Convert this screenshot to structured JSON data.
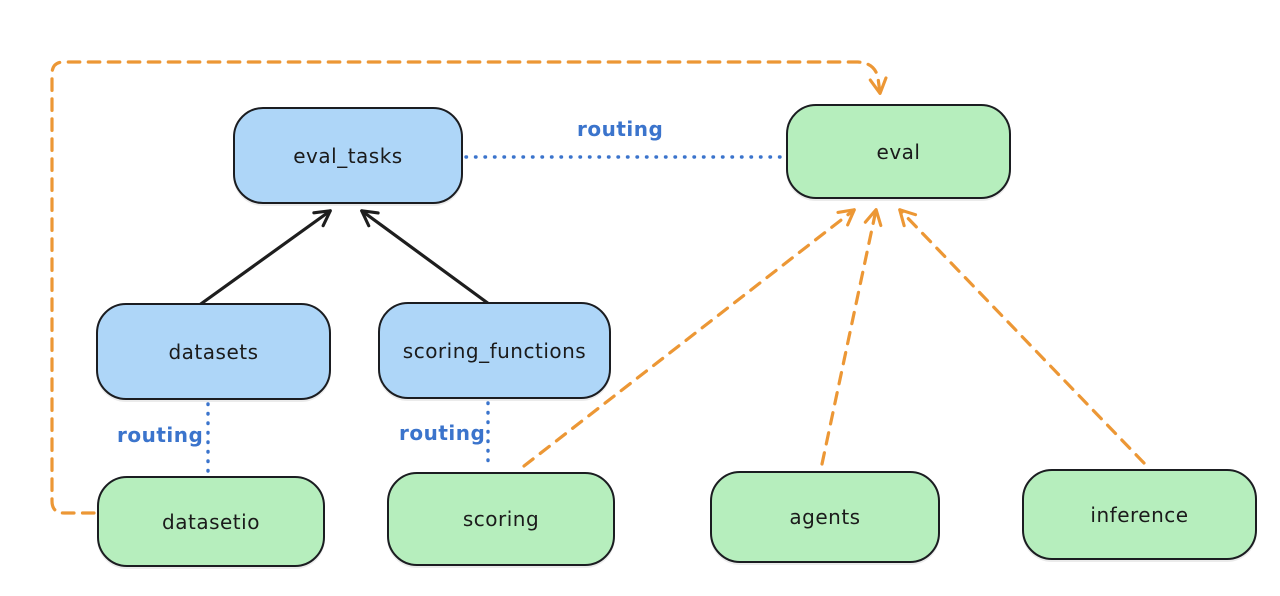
{
  "diagram": {
    "title": "",
    "nodes": [
      {
        "id": "eval_tasks",
        "label": "eval_tasks",
        "group": "resource",
        "fill": "#aed6f8"
      },
      {
        "id": "datasets",
        "label": "datasets",
        "group": "resource",
        "fill": "#aed6f8"
      },
      {
        "id": "scoring_functions",
        "label": "scoring_functions",
        "group": "resource",
        "fill": "#aed6f8"
      },
      {
        "id": "eval",
        "label": "eval",
        "group": "api",
        "fill": "#b6eebd"
      },
      {
        "id": "datasetio",
        "label": "datasetio",
        "group": "api",
        "fill": "#b6eebd"
      },
      {
        "id": "scoring",
        "label": "scoring",
        "group": "api",
        "fill": "#b6eebd"
      },
      {
        "id": "agents",
        "label": "agents",
        "group": "api",
        "fill": "#b6eebd"
      },
      {
        "id": "inference",
        "label": "inference",
        "group": "api",
        "fill": "#b6eebd"
      }
    ],
    "edges": [
      {
        "from": "datasets",
        "to": "eval_tasks",
        "style": "solid-black-arrow",
        "label": ""
      },
      {
        "from": "scoring_functions",
        "to": "eval_tasks",
        "style": "solid-black-arrow",
        "label": ""
      },
      {
        "from": "eval_tasks",
        "to": "eval",
        "style": "dotted-blue",
        "label": "routing"
      },
      {
        "from": "datasets",
        "to": "datasetio",
        "style": "dotted-blue",
        "label": "routing"
      },
      {
        "from": "scoring_functions",
        "to": "scoring",
        "style": "dotted-blue",
        "label": "routing"
      },
      {
        "from": "datasetio",
        "to": "eval",
        "style": "dashed-orange-arrow",
        "label": ""
      },
      {
        "from": "scoring",
        "to": "eval",
        "style": "dashed-orange-arrow",
        "label": ""
      },
      {
        "from": "agents",
        "to": "eval",
        "style": "dashed-orange-arrow",
        "label": ""
      },
      {
        "from": "inference",
        "to": "eval",
        "style": "dashed-orange-arrow",
        "label": ""
      }
    ],
    "colors": {
      "node_blue_fill": "#aed6f8",
      "node_green_fill": "#b6eebd",
      "node_border": "#1b1d21",
      "edge_black": "#1e1e1e",
      "edge_blue": "#3b74cc",
      "edge_orange": "#ec9735",
      "background": "#ffffff"
    }
  }
}
